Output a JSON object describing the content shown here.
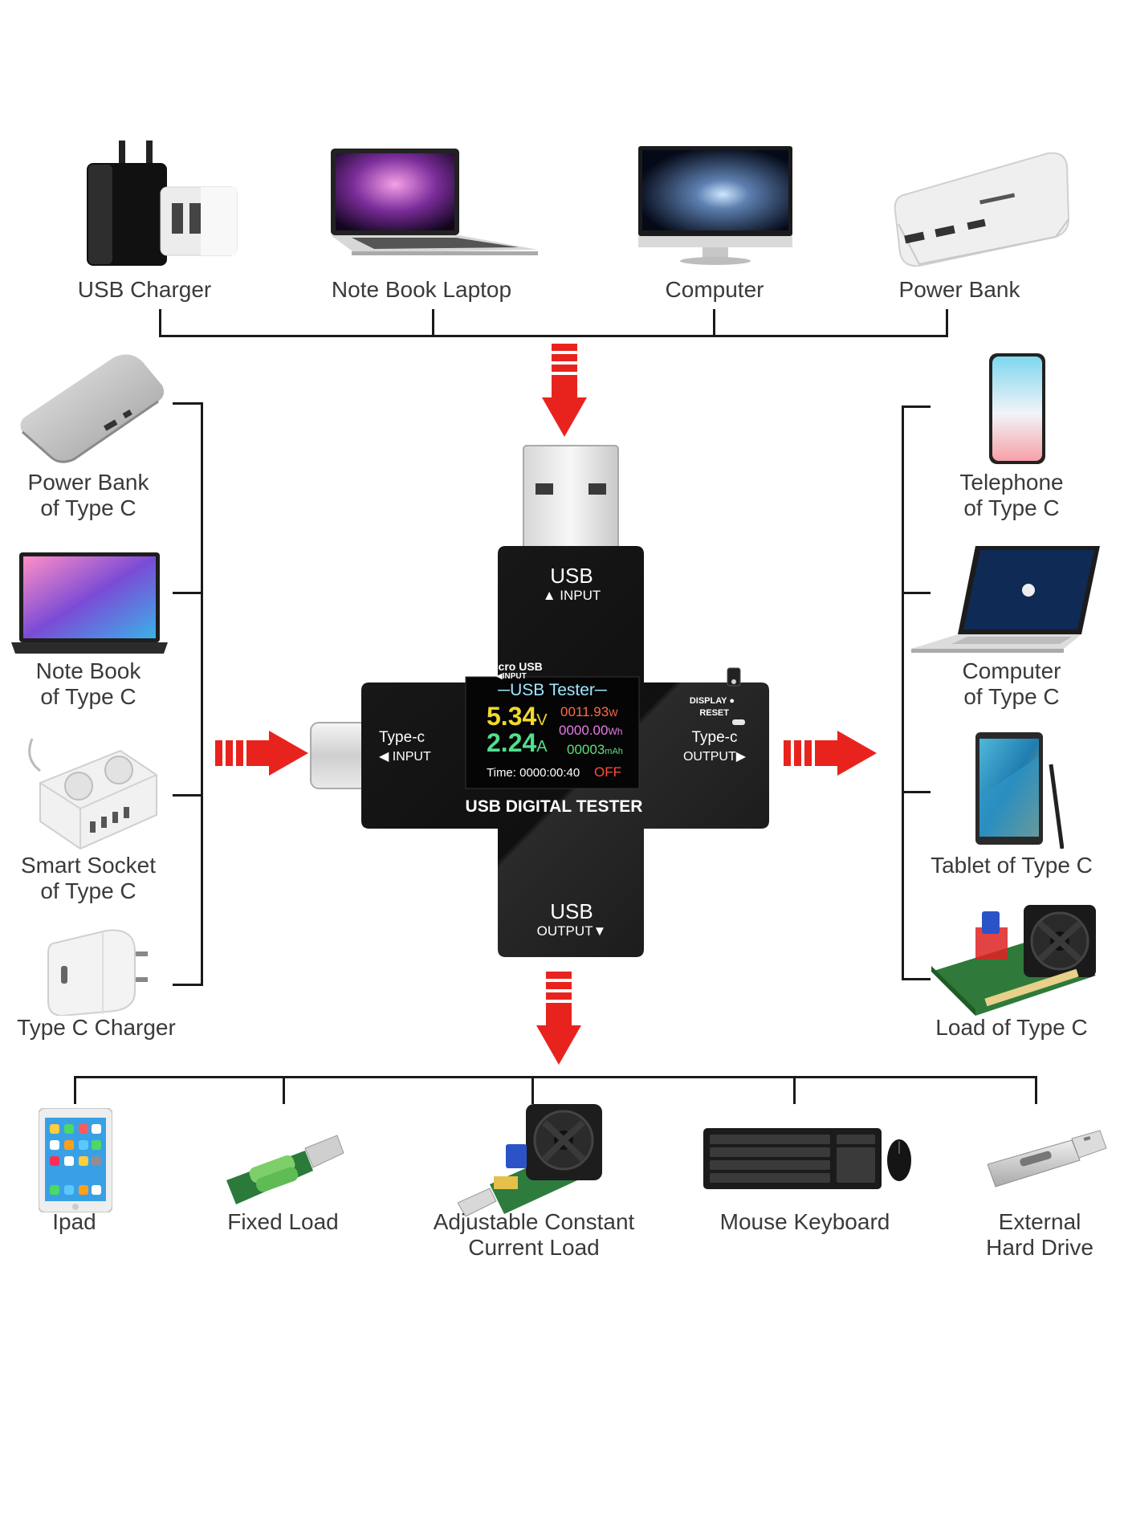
{
  "top_sources": [
    {
      "label": "USB Charger",
      "icon": "usb-charger-icon"
    },
    {
      "label": "Note Book Laptop",
      "icon": "laptop-icon"
    },
    {
      "label": "Computer",
      "icon": "computer-monitor-icon"
    },
    {
      "label": "Power Bank",
      "icon": "power-bank-icon"
    }
  ],
  "left_sources": [
    {
      "line1": "Power Bank",
      "line2": "of Type C",
      "icon": "power-bank-type-c-icon"
    },
    {
      "line1": "Note Book",
      "line2": "of Type C",
      "icon": "laptop-type-c-icon"
    },
    {
      "line1": "Smart Socket",
      "line2": "of Type C",
      "icon": "smart-socket-icon"
    },
    {
      "line1": "Type C Charger",
      "line2": "",
      "icon": "type-c-charger-icon"
    }
  ],
  "right_outputs": [
    {
      "line1": "Telephone",
      "line2": "of Type C",
      "icon": "phone-icon"
    },
    {
      "line1": "Computer",
      "line2": "of Type C",
      "icon": "macbook-icon"
    },
    {
      "line1": "Tablet of Type C",
      "line2": "",
      "icon": "tablet-icon"
    },
    {
      "line1": "Load of Type C",
      "line2": "",
      "icon": "load-board-icon"
    }
  ],
  "bottom_outputs": [
    {
      "line1": "Ipad",
      "line2": "",
      "icon": "ipad-icon"
    },
    {
      "line1": "Fixed Load",
      "line2": "",
      "icon": "fixed-load-icon"
    },
    {
      "line1": "Adjustable Constant",
      "line2": "Current Load",
      "icon": "adjustable-load-icon"
    },
    {
      "line1": "Mouse Keyboard",
      "line2": "",
      "icon": "keyboard-mouse-icon"
    },
    {
      "line1": "External",
      "line2": "Hard Drive",
      "icon": "external-drive-icon"
    }
  ],
  "device": {
    "usb_input_title": "USB",
    "usb_input_sub": "▲ INPUT",
    "micro_usb": "Micro USB",
    "micro_usb_sub": "◀INPUT",
    "typec_input_title": "Type-c",
    "typec_input_sub": "◀ INPUT",
    "typec_output_title": "Type-c",
    "typec_output_sub": "OUTPUT▶",
    "display_label": "DISPLAY ●",
    "reset_label": "RESET",
    "brand": "USB DIGITAL TESTER",
    "usb_output_title": "USB",
    "usb_output_sub": "OUTPUT▼"
  },
  "screen": {
    "title": "USB Tester",
    "voltage": "5.34",
    "voltage_unit": "V",
    "current": "2.24",
    "current_unit": "A",
    "power": "0011.93",
    "power_unit": "W",
    "energy": "0000.00",
    "energy_unit": "Wh",
    "capacity": "00003",
    "capacity_unit": "mAh",
    "time": "Time: 0000:00:40",
    "status": "OFF"
  },
  "colors": {
    "arrow_red": "#e8231e",
    "device_body": "#141414",
    "voltage": "#f2d92b",
    "current": "#4fe08e",
    "power": "#ff6b4a",
    "energy": "#e77be8",
    "capacity": "#5ee07a",
    "screen_title": "#9fe6ff",
    "status": "#ff4d3a"
  }
}
